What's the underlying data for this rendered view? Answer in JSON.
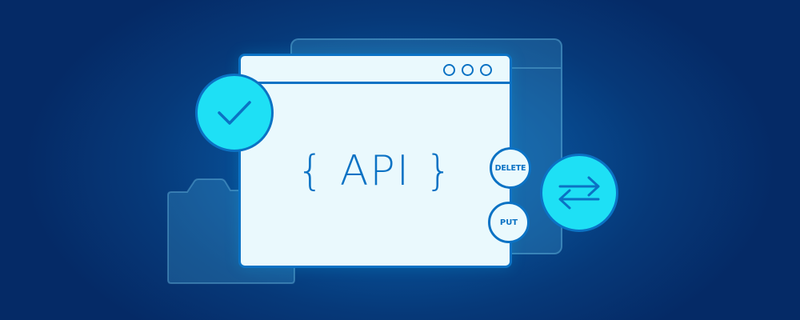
{
  "illustration": {
    "api_label": "{ API }",
    "methods": {
      "delete_label": "DELETE",
      "put_label": "PUT"
    },
    "icons": {
      "check": "checkmark-icon",
      "exchange": "arrows-exchange-icon",
      "folder": "folder-icon",
      "window_controls": "three-dots-icon"
    },
    "colors": {
      "background_dark": "#052a66",
      "background_glow": "#0a66b2",
      "accent_cyan": "#1ee0f5",
      "line_blue": "#0b72c4",
      "panel_fill": "#eaf9fd"
    }
  }
}
